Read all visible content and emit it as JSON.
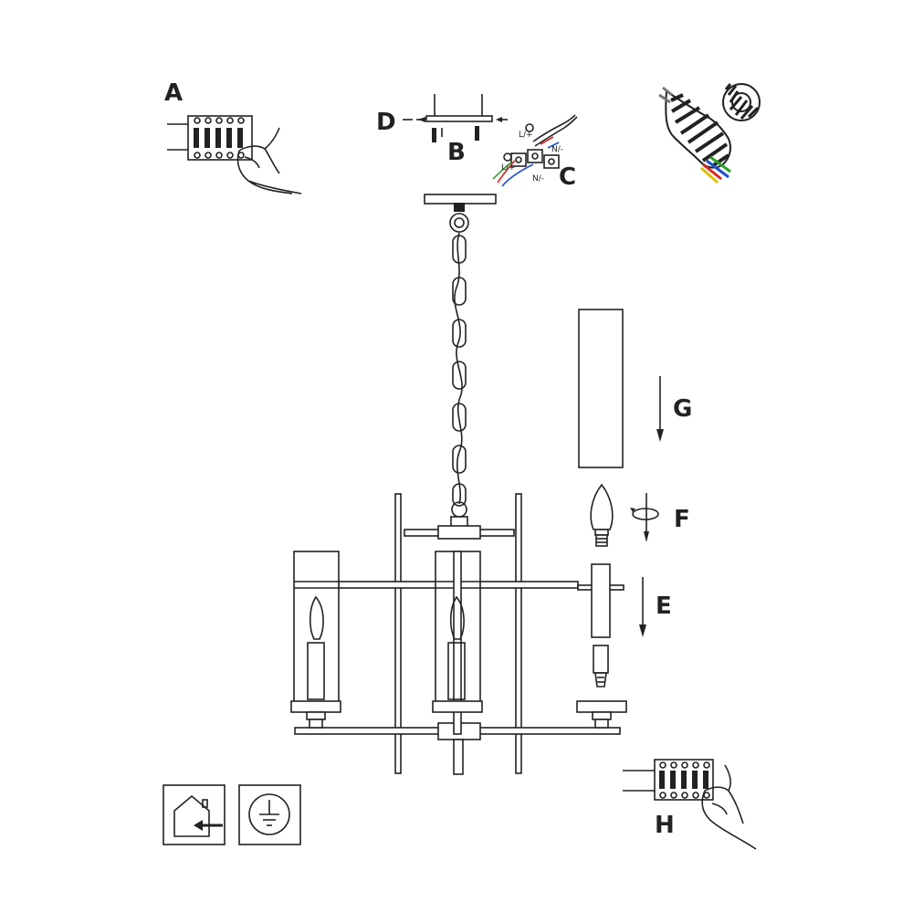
{
  "labels": {
    "A": "A",
    "B": "B",
    "C": "C",
    "D": "D",
    "E": "E",
    "F": "F",
    "G": "G",
    "H": "H"
  },
  "wire_labels": {
    "live_top": "L/+",
    "neutral_top": "N/-",
    "live_bottom": "L/+",
    "neutral_bottom": "N/-"
  },
  "icons": {
    "indoor_use": "house-indoor-icon",
    "earthing": "earth-ground-icon"
  },
  "colors": {
    "line": "#222222",
    "wire_red": "#d62728",
    "wire_blue": "#1f4fd1",
    "wire_green": "#2ca02c",
    "wire_yellow": "#e0c000",
    "wire_grey": "#777777"
  }
}
